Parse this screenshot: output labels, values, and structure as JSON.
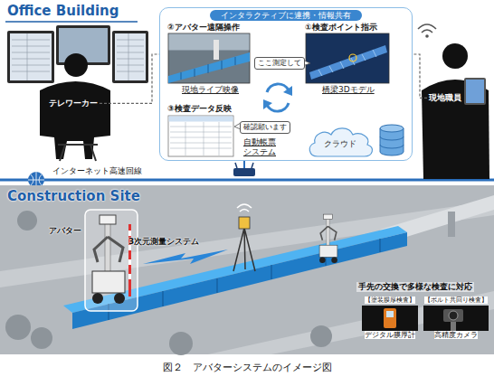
{
  "diagram": {
    "caption": "図２　アバターシステムのイメージ図",
    "nodes": [
      {
        "text": [
          "Office Building"
        ]
      },
      {
        "text": [
          "テレワーカー"
        ],
        "in": 0
      },
      {
        "text": [
          "インタラクティブに連携・情報共有"
        ],
        "in": 0
      },
      {
        "text": [
          "②アバター遠隔操作",
          "現地ライブ映像"
        ],
        "in": 2
      },
      {
        "text": [
          "①検査ポイント指示",
          "橋梁3Dモデル"
        ],
        "in": 2
      },
      {
        "text": [
          "③検査データ反映",
          "自動帳票 システム"
        ],
        "in": 2
      },
      {
        "text": [
          "ここ測定して"
        ],
        "in": 2
      },
      {
        "text": [
          "確認願います"
        ],
        "in": 2
      },
      {
        "text": [
          "クラウド"
        ],
        "in": 2
      },
      {
        "text": [
          "現地職員"
        ],
        "in": 0
      },
      {
        "text": [
          "Construction Site"
        ]
      },
      {
        "text": [
          "アバター"
        ],
        "in": 10
      },
      {
        "text": [
          "3次元測量システム"
        ],
        "in": 10
      },
      {
        "text": [
          "手先の交換で多様な検査に対応"
        ],
        "in": 10
      },
      {
        "text": [
          "【塗装膜厚検査】",
          "デジタル膜厚計"
        ],
        "in": 13
      },
      {
        "text": [
          "【ボルト共回り検査】",
          "高精度カメラ"
        ],
        "in": 13
      }
    ],
    "edges": [
      {
        "from": 1,
        "to": 2,
        "arrow": "none"
      },
      {
        "from": 9,
        "to": 2,
        "arrow": "none"
      }
    ],
    "labels": [
      "インターネット高速回線"
    ]
  }
}
